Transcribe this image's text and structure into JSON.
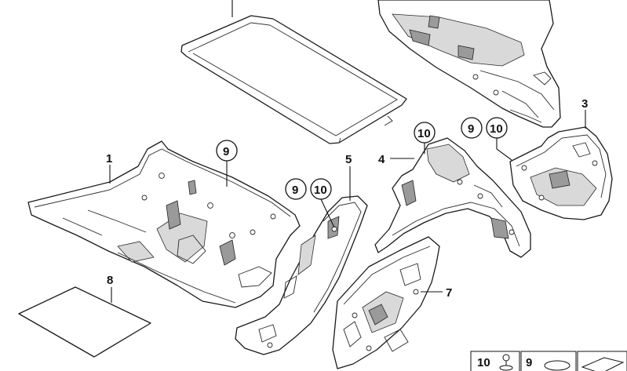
{
  "diagram": {
    "part_labels": [
      "1",
      "3",
      "4",
      "5",
      "7",
      "8"
    ],
    "callouts": {
      "part1_a": "9",
      "part5_a": "9",
      "part5_b": "10",
      "part4_a": "10",
      "part3_a": "9",
      "part3_b": "10"
    },
    "legend": {
      "item_a": "10",
      "item_b": "9"
    }
  }
}
